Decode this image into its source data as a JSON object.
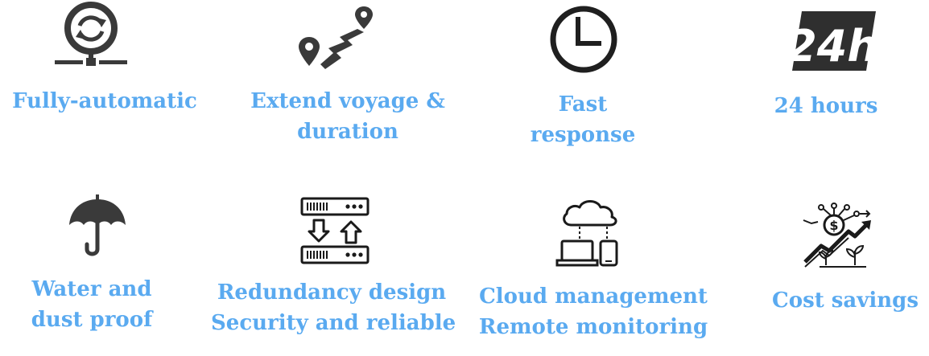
{
  "colors": {
    "label": "#5aaaf0",
    "icon_dark": "#3a3a3a",
    "icon_line": "#1a1a1a"
  },
  "features": [
    {
      "icon": "sync-network-icon",
      "lines": [
        "Fully-automatic"
      ]
    },
    {
      "icon": "route-map-icon",
      "lines": [
        "Extend voyage &",
        "duration"
      ]
    },
    {
      "icon": "clock-icon",
      "lines": [
        "Fast",
        "response"
      ]
    },
    {
      "icon": "24h-icon",
      "badge": "24h",
      "lines": [
        "24 hours"
      ]
    },
    {
      "icon": "umbrella-icon",
      "lines": [
        "Water and",
        "dust proof"
      ]
    },
    {
      "icon": "server-redundancy-icon",
      "lines": [
        "Redundancy design",
        "Security and reliable"
      ]
    },
    {
      "icon": "cloud-devices-icon",
      "lines": [
        "Cloud management",
        "Remote monitoring"
      ]
    },
    {
      "icon": "cost-savings-icon",
      "lines": [
        "Cost savings"
      ]
    }
  ]
}
